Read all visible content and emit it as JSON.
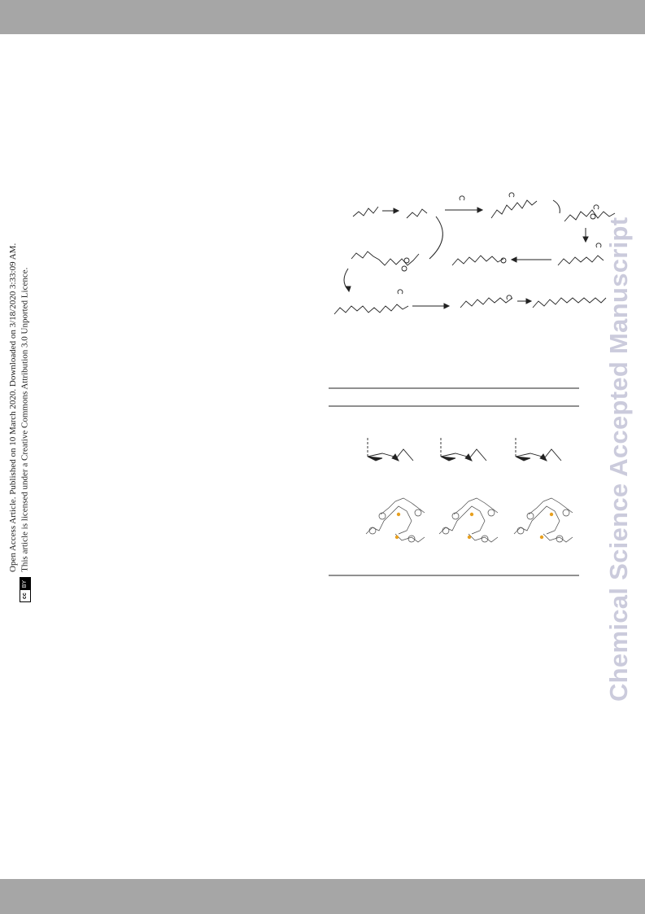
{
  "sidebar": {
    "line1": "Open Access Article. Published on 10 March 2020. Downloaded on 3/18/2020 3:33:09 AM.",
    "line2": "This article is licensed under a Creative Commons Attribution 3.0 Unported Licence.",
    "license_badge_cc": "cc",
    "license_badge_by": "BY"
  },
  "watermark": "Chemical Science Accepted Manuscript",
  "colors": {
    "band": "#a6a6a6",
    "watermark": "#cbcbdc",
    "atom_highlight": "#e8a020"
  }
}
